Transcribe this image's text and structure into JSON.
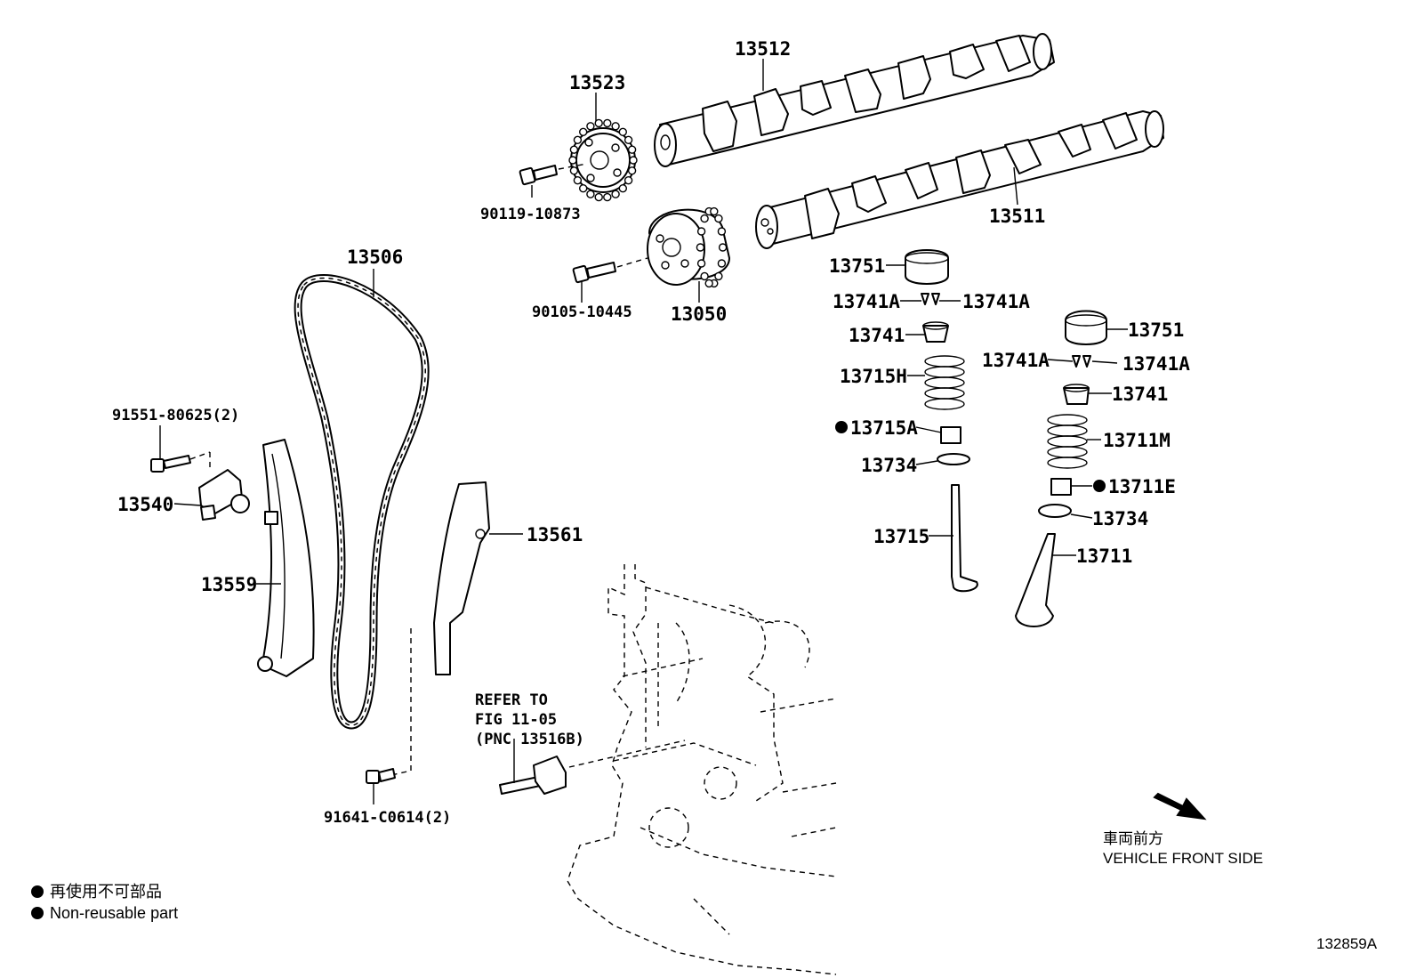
{
  "parts": {
    "p13512": "13512",
    "p13523": "13523",
    "p90119": "90119-10873",
    "p13511": "13511",
    "p13506": "13506",
    "p13050": "13050",
    "p90105": "90105-10445",
    "p13751a": "13751",
    "p13741A_1": "13741A",
    "p13741A_2": "13741A",
    "p13741a": "13741",
    "p13715H": "13715H",
    "p13715A": "13715A",
    "p13734a": "13734",
    "p13715": "13715",
    "p13751b": "13751",
    "p13741A_3": "13741A",
    "p13741A_4": "13741A",
    "p13741b": "13741",
    "p13711M": "13711M",
    "p13711E": "13711E",
    "p13734b": "13734",
    "p13711": "13711",
    "p91551": "91551-80625(2)",
    "p13540": "13540",
    "p13559": "13559",
    "p13561": "13561",
    "p91641": "91641-C0614(2)"
  },
  "refer": {
    "line1": "REFER TO",
    "line2": "FIG 11-05",
    "line3": "(PNC 13516B)"
  },
  "direction": {
    "jp": "車両前方",
    "en": "VEHICLE FRONT SIDE"
  },
  "legend": {
    "jp": "再使用不可部品",
    "en": "Non-reusable part"
  },
  "figure_id": "132859A",
  "icons": [
    "non-reusable-dot",
    "front-direction-arrow"
  ]
}
